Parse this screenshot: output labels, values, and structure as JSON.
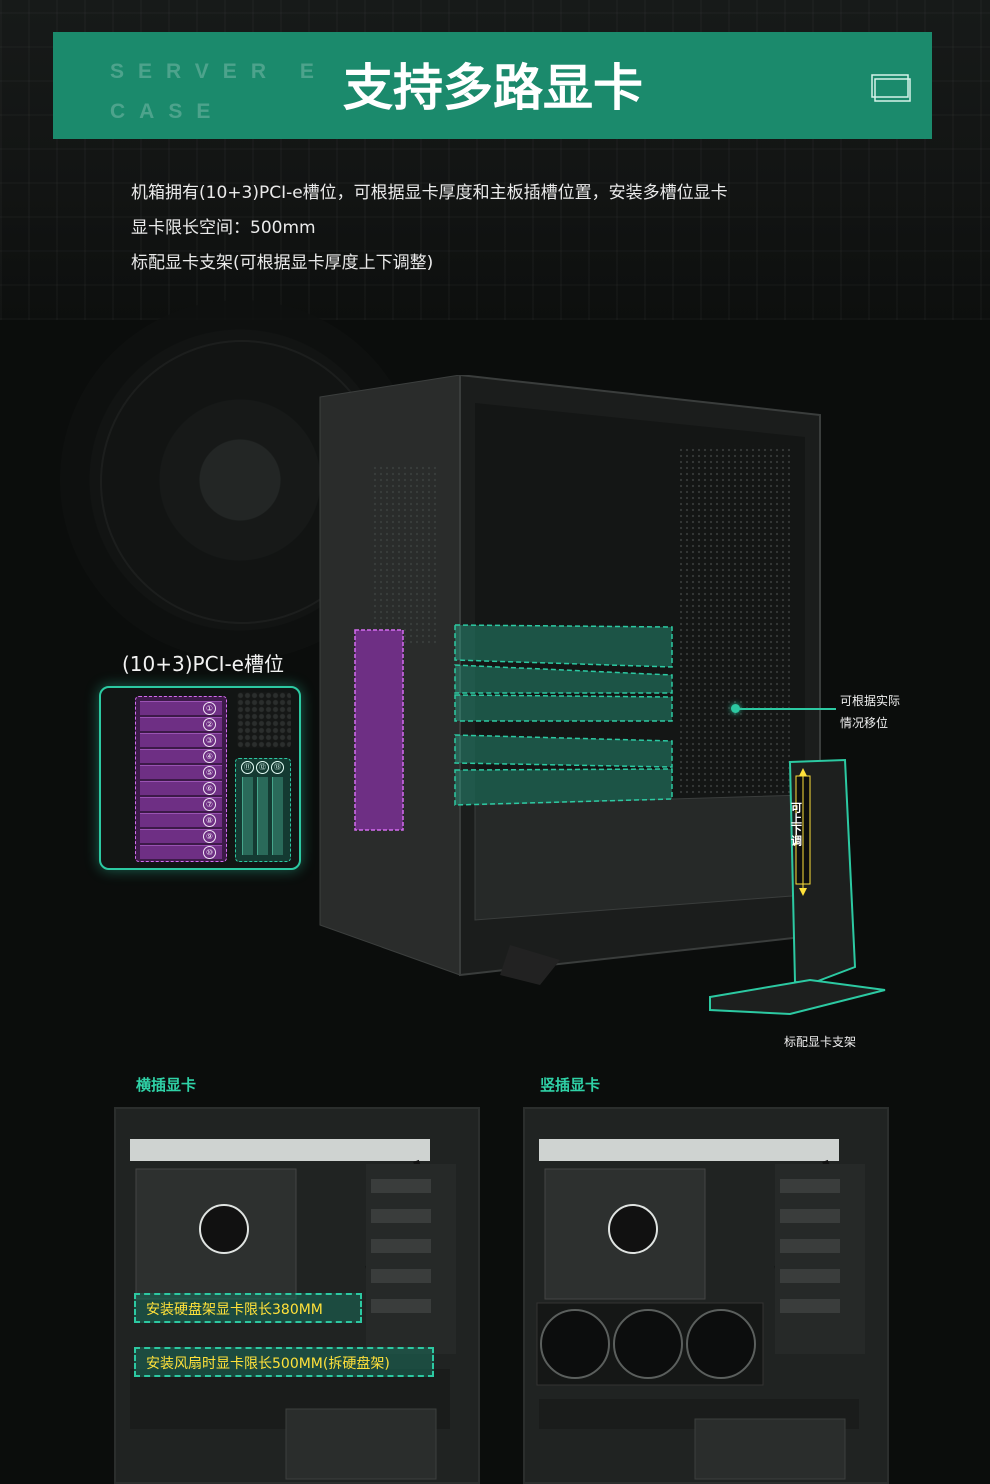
{
  "banner": {
    "ghost_line1": "SERVER  E",
    "ghost_line2": "CASE",
    "title": "支持多路显卡"
  },
  "description": {
    "line1": "机箱拥有(10+3)PCI-e槽位，可根据显卡厚度和主板插槽位置，安装多槽位显卡",
    "line2": "显卡限长空间：500mm",
    "line3": "标配显卡支架(可根据显卡厚度上下调整)"
  },
  "slots": {
    "label": "(10+3)PCI-e槽位",
    "horizontal_numbers": [
      "①",
      "②",
      "③",
      "④",
      "⑤",
      "⑥",
      "⑦",
      "⑧",
      "⑨",
      "⑩"
    ],
    "vertical_numbers": [
      "⑪",
      "⑫",
      "⑬"
    ]
  },
  "annotations": {
    "adjustable_line1": "可根据实际",
    "adjustable_line2": "情况移位",
    "bracket_text": "可上下调",
    "bracket_caption": "标配显卡支架"
  },
  "horizontal": {
    "title": "横插显卡",
    "limit_with_cage": "安装硬盘架显卡限长380MM",
    "limit_with_fan": "安装风扇时显卡限长500MM(拆硬盘架)"
  },
  "vertical": {
    "title": "竖插显卡"
  },
  "colors": {
    "accent": "#1b8a6c",
    "glow": "#2cc9a2",
    "slot_purple": "#6e2f84",
    "label_yellow": "#ffe13a"
  }
}
